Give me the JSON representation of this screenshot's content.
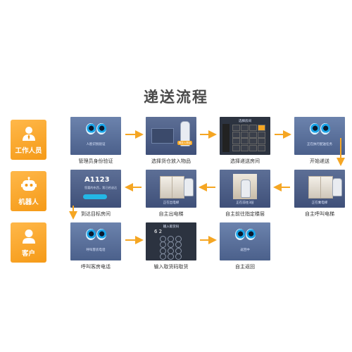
{
  "title": "递送流程",
  "roles": [
    {
      "label": "工作人员",
      "icon": "worker-icon"
    },
    {
      "label": "机器人",
      "icon": "robot-icon"
    },
    {
      "label": "客户",
      "icon": "customer-icon"
    }
  ],
  "steps": [
    {
      "caption": "管理员身份验证",
      "screen_text": "人脸识别验证"
    },
    {
      "caption": "选择货仓放入物品",
      "screen_text": "请放入物品"
    },
    {
      "caption": "选择递送房间",
      "screen_text": "选择房间"
    },
    {
      "caption": "开始递送",
      "screen_text": "正在执行配送任务"
    },
    {
      "caption": "自主呼叫电梯",
      "screen_text": "正在乘电梯"
    },
    {
      "caption": "自主前往指定楼层",
      "screen_text": "正在前往3层"
    },
    {
      "caption": "自主出电梯",
      "screen_text": "正在出电梯"
    },
    {
      "caption": "到达目标房间",
      "screen_text": "A1123",
      "screen_subtext": "您要的东西，我已经送达"
    },
    {
      "caption": "呼叫客房电话",
      "screen_text": "呼叫客房电话"
    },
    {
      "caption": "输入取货码取货",
      "screen_text": "输入取货码",
      "code": "6 2"
    },
    {
      "caption": "自主返回",
      "screen_text": "返回中"
    }
  ],
  "colors": {
    "accent": "#f5a623",
    "role_bg": "#f59a17",
    "screen": "#4b608b",
    "text": "#333333"
  }
}
